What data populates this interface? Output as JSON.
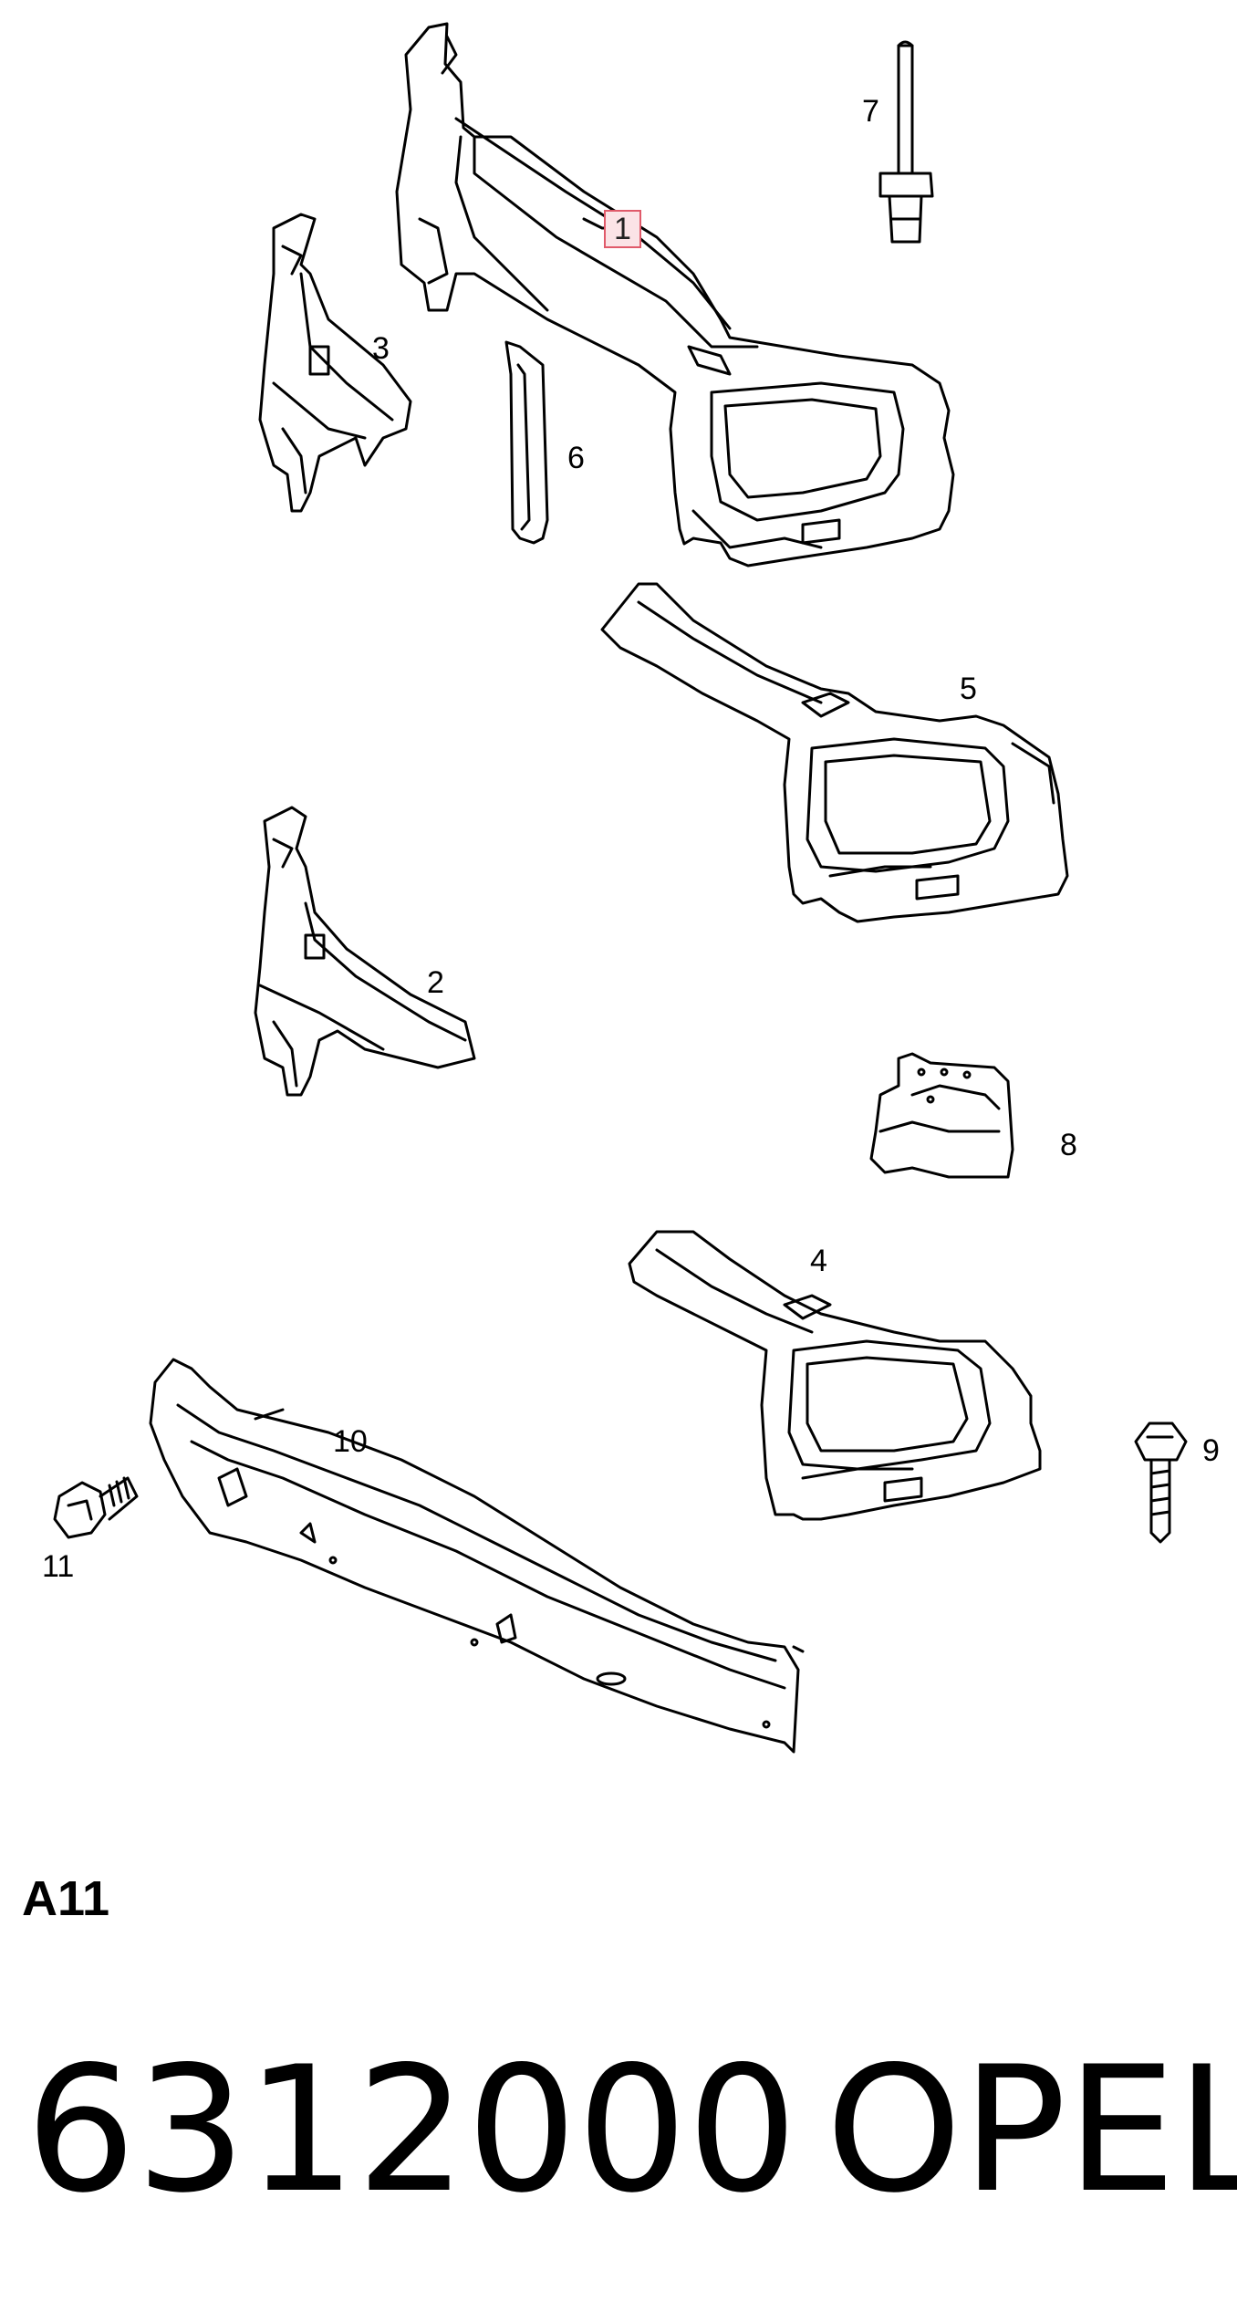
{
  "callouts": {
    "c1": "1",
    "c2": "2",
    "c3": "3",
    "c4": "4",
    "c5": "5",
    "c6": "6",
    "c7": "7",
    "c8": "8",
    "c9": "9",
    "c10": "10",
    "c11": "11"
  },
  "highlighted_callout": "1",
  "section_code": "A11",
  "part_number": "6312000",
  "brand": "OPEL",
  "colors": {
    "line": "#000000",
    "highlight_border": "#e05a6a",
    "highlight_fill": "#fbe3e6"
  }
}
